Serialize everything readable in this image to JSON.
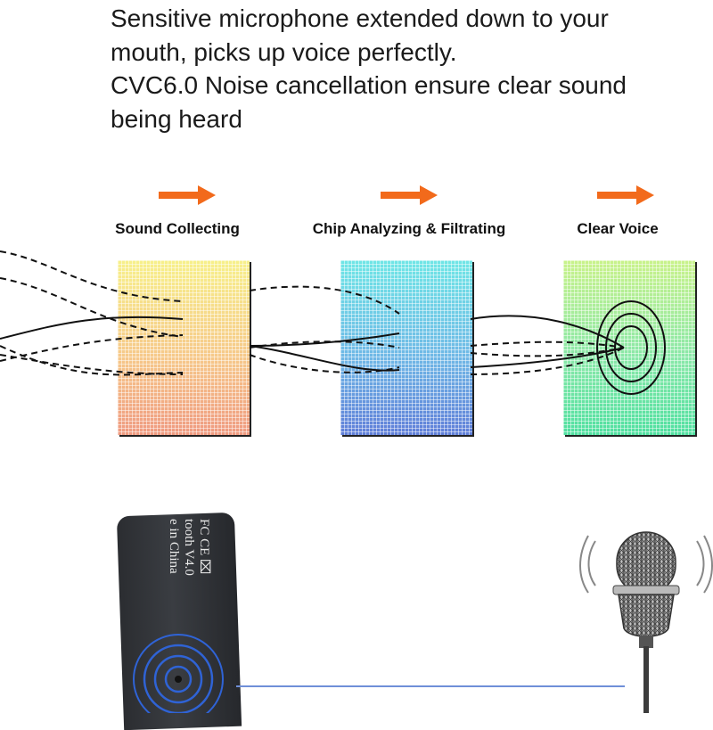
{
  "headline": {
    "line1": "Sensitive microphone extended down to your",
    "line2": "mouth, picks up voice perfectly.",
    "line3": "CVC6.0 Noise cancellation ensure clear sound",
    "line4": "being heard"
  },
  "steps": [
    {
      "label": "Sound Collecting"
    },
    {
      "label": "Chip Analyzing & Filtrating"
    },
    {
      "label": "Clear Voice"
    }
  ],
  "device": {
    "marks": "FC CE ⌧",
    "line1": "tooth V4.0",
    "line2": "e in China"
  },
  "colors": {
    "arrow": "#f26a1b",
    "cable": "#6f8fd8",
    "rings": "#2f63d6"
  },
  "icons": {
    "flow_arrow": "arrow-right-icon",
    "microphone": "microphone-icon"
  }
}
